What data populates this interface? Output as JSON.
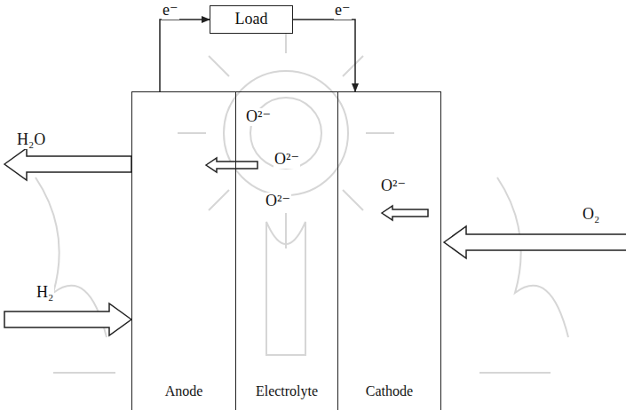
{
  "diagram": {
    "nodes": [
      {
        "text": [
          "Load"
        ]
      },
      {
        "text": [
          "Anode"
        ]
      },
      {
        "text": [
          "Electrolyte"
        ]
      },
      {
        "text": [
          "Cathode"
        ]
      }
    ],
    "edges": [
      {
        "from": 1,
        "to": 0,
        "arrow": "to",
        "label": "e⁻"
      },
      {
        "from": 0,
        "to": 3,
        "arrow": "to",
        "label": "e⁻"
      }
    ],
    "labels": [
      "H₂O",
      "O²⁻",
      "O²⁻",
      "O²⁻",
      "O²⁻",
      "H₂",
      "O₂"
    ]
  }
}
